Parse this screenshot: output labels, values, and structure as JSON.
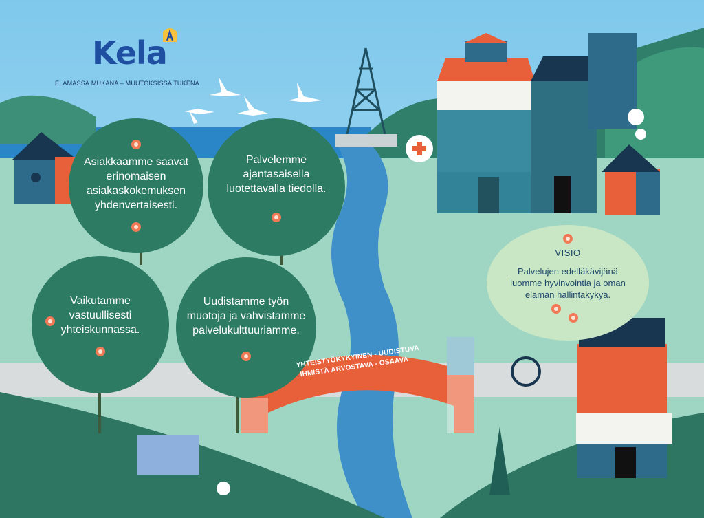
{
  "brand": {
    "logo_text": "Kela",
    "tagline": "ELÄMÄSSÄ MUKANA – MUUTOKSISSA TUKENA"
  },
  "bubbles": [
    {
      "text": "Asiakkaamme saavat\nerinomaisen\nasiakaskokemuksen\nyhdenvertaisesti."
    },
    {
      "text": "Palvelemme\najantasaisella\nluotettavalla tiedolla."
    },
    {
      "text": "Vaikutamme\nvastuullisesti\nyhteiskunnassa."
    },
    {
      "text": "Uudistamme työn\nmuotoja ja vahvistamme\npalvelukulttuuriamme."
    }
  ],
  "bridge": {
    "line1": "YHTEISTYÖKYKYINEN - UUDISTUVA",
    "line2": "IHMISTÄ ARVOSTAVA - OSAAVA"
  },
  "visio": {
    "title": "VISIO",
    "text": "Palvelujen edelläkävijänä\nluomme hyvinvointia ja oman\nelämän hallintakykyä."
  },
  "colors": {
    "sky": "#8fd0ee",
    "tree_green": "#2e7b64",
    "river": "#3f8fc8",
    "bridge_orange": "#e8603a",
    "logo_blue": "#1f4fa0"
  }
}
